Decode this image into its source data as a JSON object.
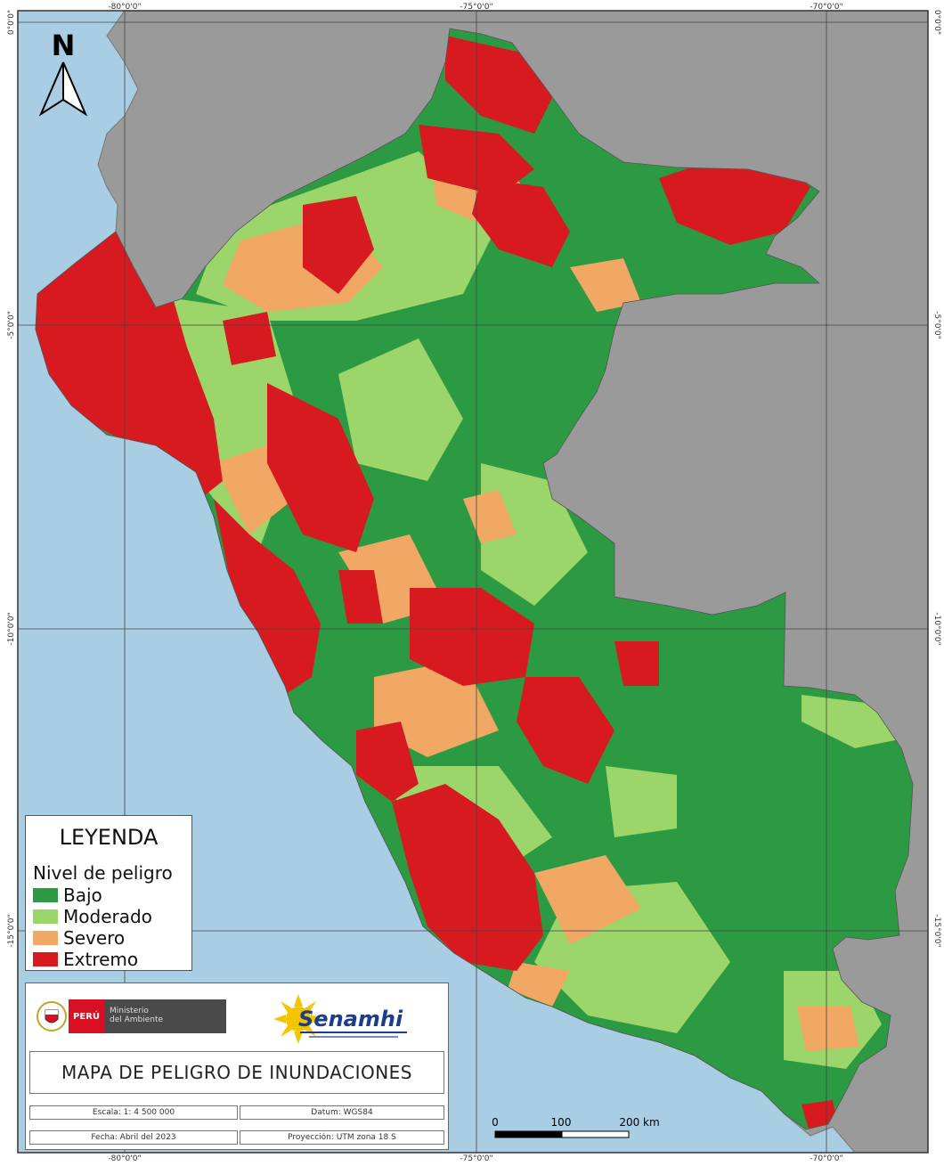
{
  "map": {
    "title": "MAPA DE PELIGRO DE INUNDACIONES",
    "north_label": "N",
    "graticule": {
      "top_ticks": [
        "-80°0'0\"",
        "-75°0'0\"",
        "-70°0'0\""
      ],
      "bottom_ticks": [
        "-80°0'0\"",
        "-75°0'0\"",
        "-70°0'0\""
      ],
      "left_ticks": [
        "0°0'0\"",
        "-5°0'0\"",
        "-10°0'0\"",
        "-15°0'0\""
      ],
      "right_ticks": [
        "0°0'0\"",
        "-5°0'0\"",
        "-10°0'0\"",
        "-15°0'0\""
      ]
    },
    "colors": {
      "ocean": "#a9cde3",
      "land_outside": "#9a9a9a",
      "bajo": "#2c9a42",
      "moderado": "#9cd66a",
      "severo": "#f2a865",
      "extremo": "#d71920"
    }
  },
  "legend": {
    "title": "LEYENDA",
    "subtitle": "Nivel de peligro",
    "items": [
      {
        "label": "Bajo",
        "color": "#2c9a42"
      },
      {
        "label": "Moderado",
        "color": "#9cd66a"
      },
      {
        "label": "Severo",
        "color": "#f2a865"
      },
      {
        "label": "Extremo",
        "color": "#d71920"
      }
    ]
  },
  "info": {
    "peru_label": "PERÚ",
    "ministry_line1": "Ministerio",
    "ministry_line2": "del Ambiente",
    "senamhi": "Senamhi",
    "scale": "Escala: 1: 4 500 000",
    "datum": "Datum: WGS84",
    "date": "Fecha: Abril del 2023",
    "projection": "Proyección: UTM zona 18 S"
  },
  "scalebar": {
    "labels": [
      "0",
      "100",
      "200 km"
    ]
  }
}
